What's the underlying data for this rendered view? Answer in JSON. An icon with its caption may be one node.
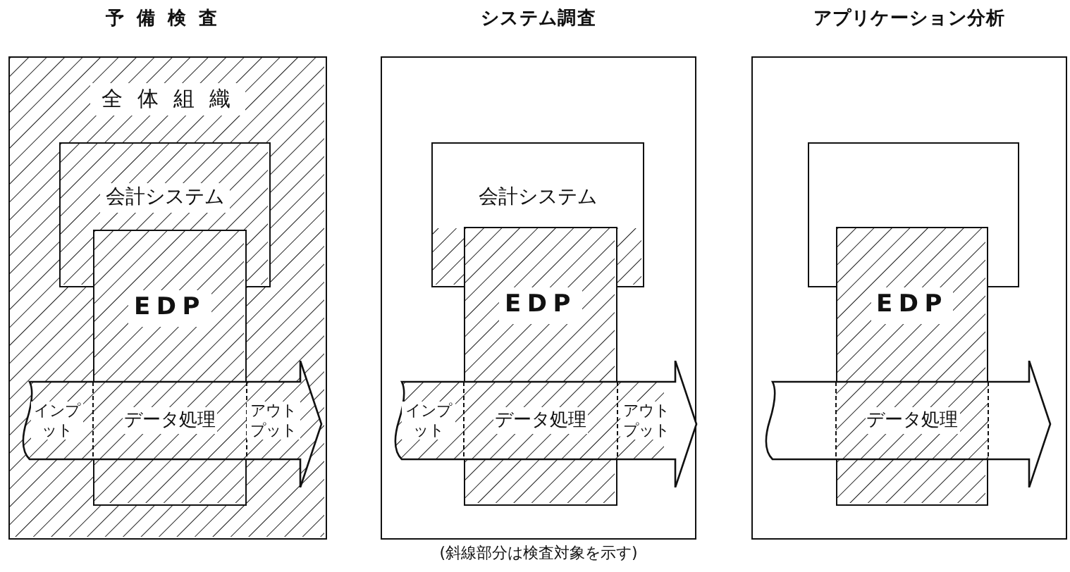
{
  "diagram": {
    "caption": "(斜線部分は検査対象を示す)",
    "nodes": [
      {
        "text": [
          "予備検査",
          "全体組織"
        ]
      },
      {
        "text": [
          "会計システム"
        ],
        "in": 0
      },
      {
        "text": [
          "EDP"
        ],
        "in": 0
      },
      {
        "text": [
          "インプット",
          "データ処理",
          "アウトプット"
        ],
        "in": 0
      },
      {
        "text": [
          "システム調査"
        ]
      },
      {
        "text": [
          "会計システム"
        ],
        "in": 4
      },
      {
        "text": [
          "EDP"
        ],
        "in": 4
      },
      {
        "text": [
          "インプット",
          "データ処理",
          "アウトプット"
        ],
        "in": 4
      },
      {
        "text": [
          "アプリケーション分析"
        ]
      },
      {
        "text": [],
        "shape": "box",
        "in": 8
      },
      {
        "text": [
          "EDP"
        ],
        "in": 8
      },
      {
        "text": [
          "データ処理"
        ],
        "in": 8
      }
    ]
  }
}
